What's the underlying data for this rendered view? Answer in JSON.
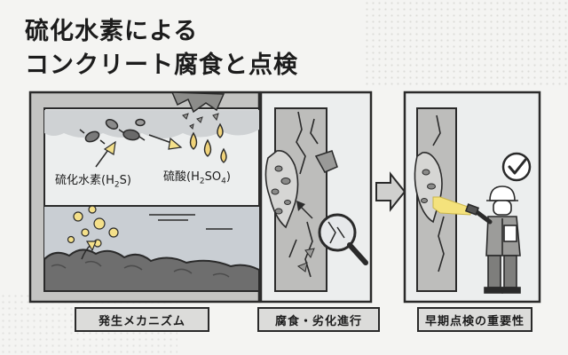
{
  "title": {
    "line1": "硫化水素による",
    "line2": "コンクリート腐食と点検"
  },
  "labels": {
    "h2s": {
      "text": "硫化水素(H",
      "sub": "2",
      "end": "S)"
    },
    "h2so4": {
      "text": "硫酸(H",
      "sub1": "2",
      "mid": "SO",
      "sub2": "4",
      "end": ")"
    }
  },
  "captions": {
    "mechanism": "発生メカニズム",
    "degradation": "腐食・劣化進行",
    "inspection": "早期点検の重要性"
  },
  "colors": {
    "outline": "#2a2a2a",
    "concrete": "#bdbdbb",
    "water": "#c9ced3",
    "sludge": "#6e6e6e",
    "droplet": "#f0d37a",
    "light": "#f4e27c"
  },
  "icons": {
    "arrow": "right-block-arrow-icon",
    "magnifier": "magnifying-glass-icon",
    "check": "check-circle-icon",
    "bacteria": "bacteria-icon",
    "worker": "inspector-with-flashlight-icon"
  }
}
